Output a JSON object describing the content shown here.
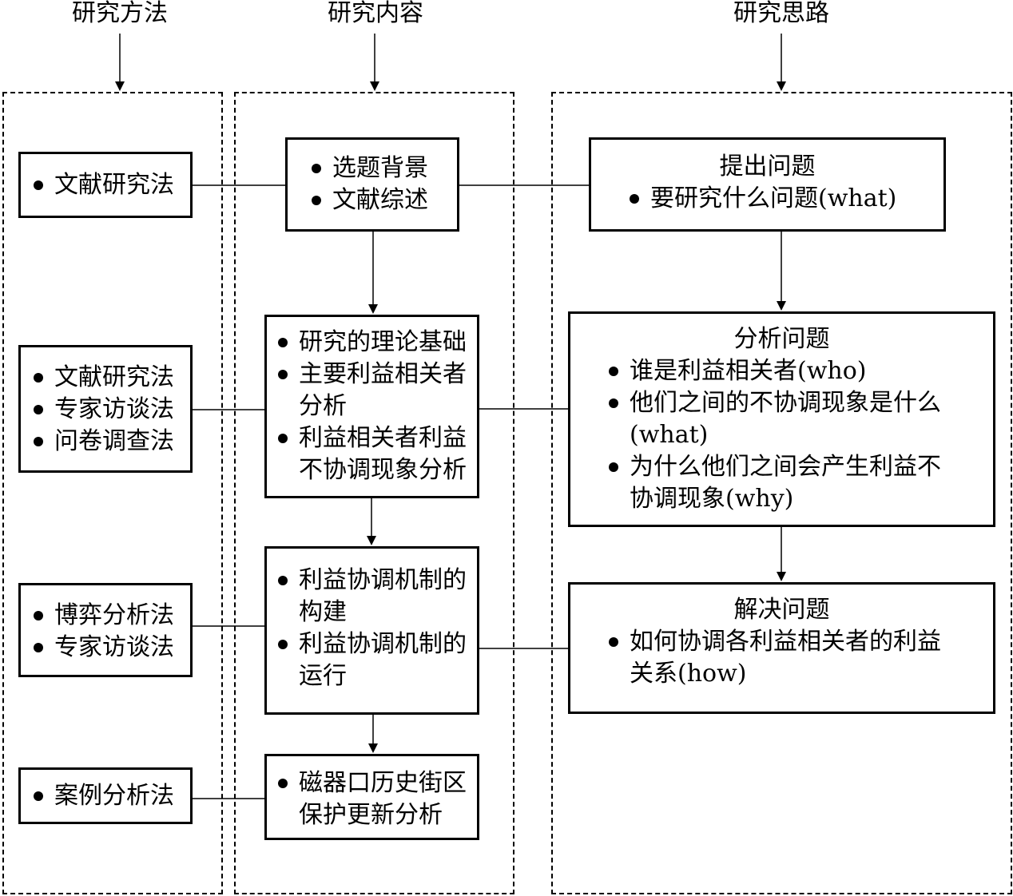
{
  "columns": {
    "methods": "研究方法",
    "content": "研究内容",
    "thinking": "研究思路"
  },
  "methods": [
    [
      "文献研究法"
    ],
    [
      "文献研究法",
      "专家访谈法",
      "问卷调查法"
    ],
    [
      "博弈分析法",
      "专家访谈法"
    ],
    [
      "案例分析法"
    ]
  ],
  "content": [
    [
      "选题背景",
      "文献综述"
    ],
    [
      "研究的理论基础",
      "主要利益相关者分析",
      "利益相关者利益不协调现象分析"
    ],
    [
      "利益协调机制的构建",
      "利益协调机制的运行"
    ],
    [
      "磁器口历史街区保护更新分析"
    ]
  ],
  "thinking": [
    {
      "title": "提出问题",
      "items": [
        "要研究什么问题(what)"
      ]
    },
    {
      "title": "分析问题",
      "items": [
        "谁是利益相关者(who)",
        "他们之间的不协调现象是什么(what)",
        "为什么他们之间会产生利益不协调现象(why)"
      ]
    },
    {
      "title": "解决问题",
      "items": [
        "如何协调各利益相关者的利益关系(how)"
      ]
    }
  ]
}
